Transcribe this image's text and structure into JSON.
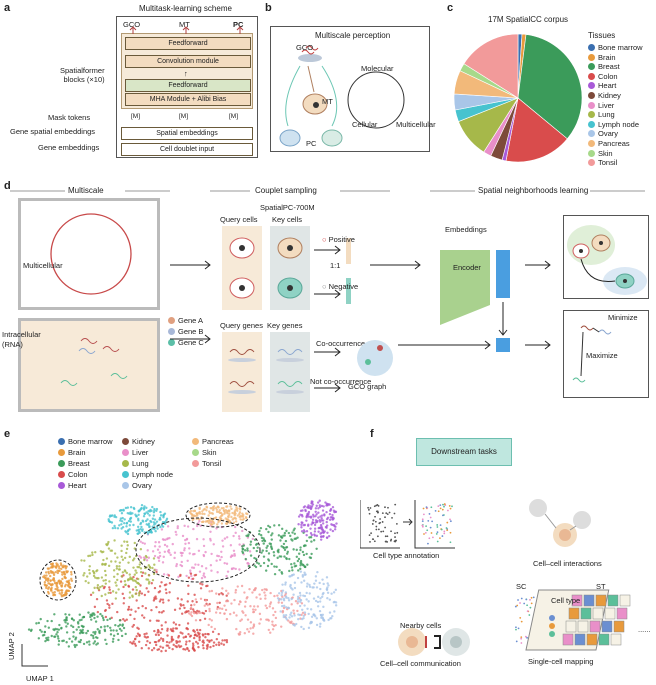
{
  "panel_a": {
    "letter": "a",
    "title": "Multitask-learning scheme",
    "outputs": [
      "GCO",
      "MT",
      "PC"
    ],
    "layers": [
      "Feedforward",
      "Convolution module",
      "Feedforward",
      "MHA Module + Alibi Bias"
    ],
    "spatialformer_label": "Spatialformer\nblocks (×10)",
    "mask_tokens_label": "Mask tokens",
    "mask_token": "[M]",
    "gene_spatial_label": "Gene spatial embeddings",
    "spatial_embeddings": "Spatial embeddings",
    "gene_embeddings_label": "Gene embeddings",
    "cell_doublet": "Cell doublet input"
  },
  "panel_b": {
    "letter": "b",
    "title": "Multiscale perception",
    "gco": "GCO",
    "mt": "MT",
    "pc": "PC",
    "molecular": "Molecular",
    "cellular": "Cellular",
    "multicellular": "Multicellular"
  },
  "panel_c": {
    "letter": "c",
    "title": "17M SpatialCC corpus",
    "legend_title": "Tissues"
  },
  "chart_data": {
    "type": "pie",
    "title": "17M SpatialCC corpus",
    "legend_title": "Tissues",
    "categories": [
      "Bone marrow",
      "Brain",
      "Breast",
      "Colon",
      "Heart",
      "Kidney",
      "Liver",
      "Lung",
      "Lymph node",
      "Ovary",
      "Pancreas",
      "Skin",
      "Tonsil"
    ],
    "values": [
      1,
      1,
      34,
      17,
      1,
      3,
      2,
      10,
      3,
      4,
      6,
      2,
      16
    ],
    "colors": [
      "#3a6fb0",
      "#e89a3c",
      "#3b9b5a",
      "#d94c4c",
      "#a85ad8",
      "#7d4a3a",
      "#e98fc9",
      "#a6b84a",
      "#47c3cf",
      "#a9c6e8",
      "#f2b97a",
      "#a7d98a",
      "#f29a9a"
    ],
    "legend_position": "right"
  },
  "panel_d": {
    "letter": "d",
    "multiscale": "Multiscale",
    "couplet": "Couplet sampling",
    "spatial_nb": "Spatial neighborhoods learning",
    "spatialpc": "SpatialPC-700M",
    "query_cells": "Query cells",
    "key_cells": "Key cells",
    "positive": "Positive",
    "negative": "Negative",
    "ratio": "1:1",
    "embeddings": "Embeddings",
    "encoder": "Encoder",
    "multicellular": "Multicellular",
    "intracellular": "Intracellular\n(RNA)",
    "gene_a": "Gene A",
    "gene_b": "Gene B",
    "gene_c": "Gene C",
    "query_genes": "Query genes",
    "key_genes": "Key genes",
    "co_occurrence": "Co-occurrence",
    "not_co_occurrence": "Not co-occurrence",
    "gco_graph": "GCO graph",
    "minimize": "Minimize",
    "maximize": "Maximize"
  },
  "panel_e": {
    "letter": "e",
    "legend": [
      {
        "name": "Bone marrow",
        "color": "#3a6fb0"
      },
      {
        "name": "Brain",
        "color": "#e89a3c"
      },
      {
        "name": "Breast",
        "color": "#3b9b5a"
      },
      {
        "name": "Colon",
        "color": "#d94c4c"
      },
      {
        "name": "Heart",
        "color": "#a85ad8"
      },
      {
        "name": "Kidney",
        "color": "#7d4a3a"
      },
      {
        "name": "Liver",
        "color": "#e98fc9"
      },
      {
        "name": "Lung",
        "color": "#a6b84a"
      },
      {
        "name": "Lymph node",
        "color": "#47c3cf"
      },
      {
        "name": "Ovary",
        "color": "#a9c6e8"
      },
      {
        "name": "Pancreas",
        "color": "#f2b97a"
      },
      {
        "name": "Skin",
        "color": "#a7d98a"
      },
      {
        "name": "Tonsil",
        "color": "#f29a9a"
      }
    ],
    "umap1": "UMAP 1",
    "umap2": "UMAP 2"
  },
  "panel_f": {
    "letter": "f",
    "downstream": "Downstream tasks",
    "cell_type_annotation": "Cell type annotation",
    "cell_cell_interactions": "Cell–cell interactions",
    "nearby_cells": "Nearby cells",
    "cell_cell_communication": "Cell–cell communication",
    "sc": "SC",
    "st": "ST",
    "cell_type": "Cell type",
    "single_cell_mapping": "Single-cell mapping",
    "ellipsis": "......"
  }
}
